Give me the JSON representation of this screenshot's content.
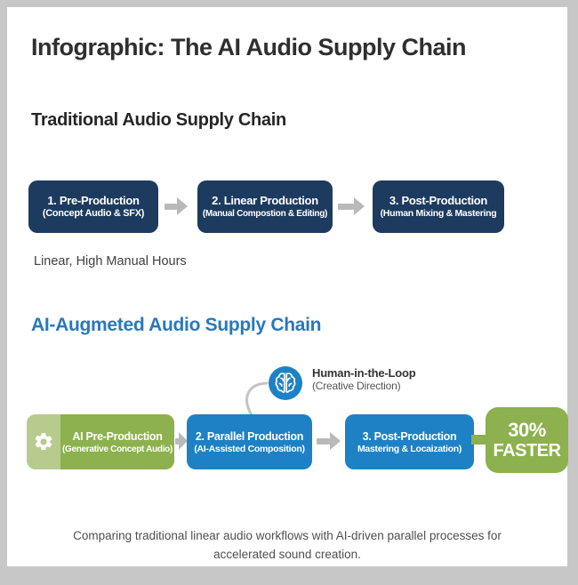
{
  "page": {
    "title": "Infographic: The AI Audio Supply Chain",
    "footer_line1": "Comparing traditional linear audio workflows with AI-driven parallel processes for",
    "footer_line2": "accelerated sound creation."
  },
  "traditional": {
    "heading": "Traditional Audio Supply Chain",
    "caption": "Linear, High Manual Hours",
    "steps": [
      {
        "title": "1. Pre-Production",
        "subtitle": "(Concept Audio & SFX)"
      },
      {
        "title": "2. Linear Production",
        "subtitle": "(Manual Compostion & Editing)"
      },
      {
        "title": "3. Post-Production",
        "subtitle": "(Human Mixing & Mastering"
      }
    ]
  },
  "ai": {
    "heading": "AI-Augmeted Audio Supply Chain",
    "hitl": {
      "title": "Human-in-the-Loop",
      "subtitle": "(Creative Direction)"
    },
    "steps": [
      {
        "title": "AI Pre-Production",
        "subtitle": "(Generative Concept Audio)"
      },
      {
        "title": "2. Parallel Production",
        "subtitle": "(AI-Assisted Composition)"
      },
      {
        "title": "3. Post-Production",
        "subtitle": "Mastering & Locaization)"
      }
    ],
    "badge": {
      "value": "30%",
      "label": "FASTER"
    }
  },
  "icons": {
    "brain": "brain-in-blue-circle",
    "gear": "gear",
    "arrow": "right-block-arrow"
  },
  "colors": {
    "navy": "#1d3b5f",
    "blue": "#1e81c5",
    "green": "#8cb14e",
    "green_light": "#b7cb8e",
    "heading_blue": "#2779bd",
    "arrow_gray": "#b9b9b9",
    "frame_gray": "#c7c7c7",
    "text_dark": "#2f2f2f"
  }
}
